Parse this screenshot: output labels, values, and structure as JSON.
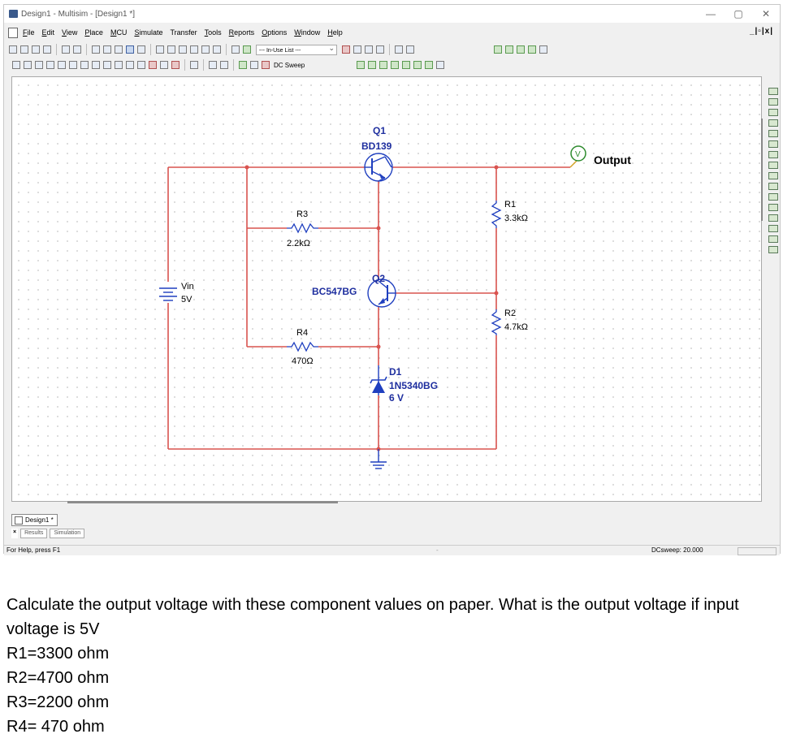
{
  "window": {
    "title": "Design1 - Multisim - [Design1 *]",
    "controls": [
      "—",
      "▢",
      "✕"
    ]
  },
  "menu": [
    {
      "u": "F",
      "rest": "ile"
    },
    {
      "u": "E",
      "rest": "dit"
    },
    {
      "u": "V",
      "rest": "iew"
    },
    {
      "u": "P",
      "rest": "lace"
    },
    {
      "u": "M",
      "rest": "CU"
    },
    {
      "u": "S",
      "rest": "imulate"
    },
    {
      "u": "",
      "rest": "Transfer"
    },
    {
      "u": "T",
      "rest": "ools"
    },
    {
      "u": "R",
      "rest": "eports"
    },
    {
      "u": "O",
      "rest": "ptions"
    },
    {
      "u": "W",
      "rest": "indow"
    },
    {
      "u": "H",
      "rest": "elp"
    }
  ],
  "mdi_controls": "_|▫|x|",
  "toolbar": {
    "in_use_list": "--- In-Use List ---",
    "dc_sweep": "DC Sweep"
  },
  "schematic": {
    "q1": {
      "ref": "Q1",
      "part": "BD139"
    },
    "q2": {
      "ref": "Q2",
      "part": "BC547BG"
    },
    "d1": {
      "ref": "D1",
      "part": "1N5340BG",
      "value": "6 V"
    },
    "r1": {
      "ref": "R1",
      "value": "3.3kΩ"
    },
    "r2": {
      "ref": "R2",
      "value": "4.7kΩ"
    },
    "r3": {
      "ref": "R3",
      "value": "2.2kΩ"
    },
    "r4": {
      "ref": "R4",
      "value": "470Ω"
    },
    "vin": {
      "ref": "Vin",
      "value": "5V"
    },
    "probe": {
      "symbol": "V",
      "label": "Output"
    },
    "colors": {
      "wire": "#d9534f",
      "component": "#1f3fbf",
      "label": "#1f2f9f"
    }
  },
  "tabs": {
    "design": "Design1 *",
    "results": "Results",
    "simulation": "Simulation"
  },
  "status": {
    "help": "For Help, press F1",
    "mid": "-",
    "sweep": "DCsweep: 20.000"
  },
  "question": {
    "intro": "Calculate the output voltage with these component values on paper. What is the output voltage if input voltage is 5V",
    "lines": [
      "R1=3300 ohm",
      "R2=4700 ohm",
      "R3=2200 ohm",
      "R4= 470 ohm"
    ]
  }
}
